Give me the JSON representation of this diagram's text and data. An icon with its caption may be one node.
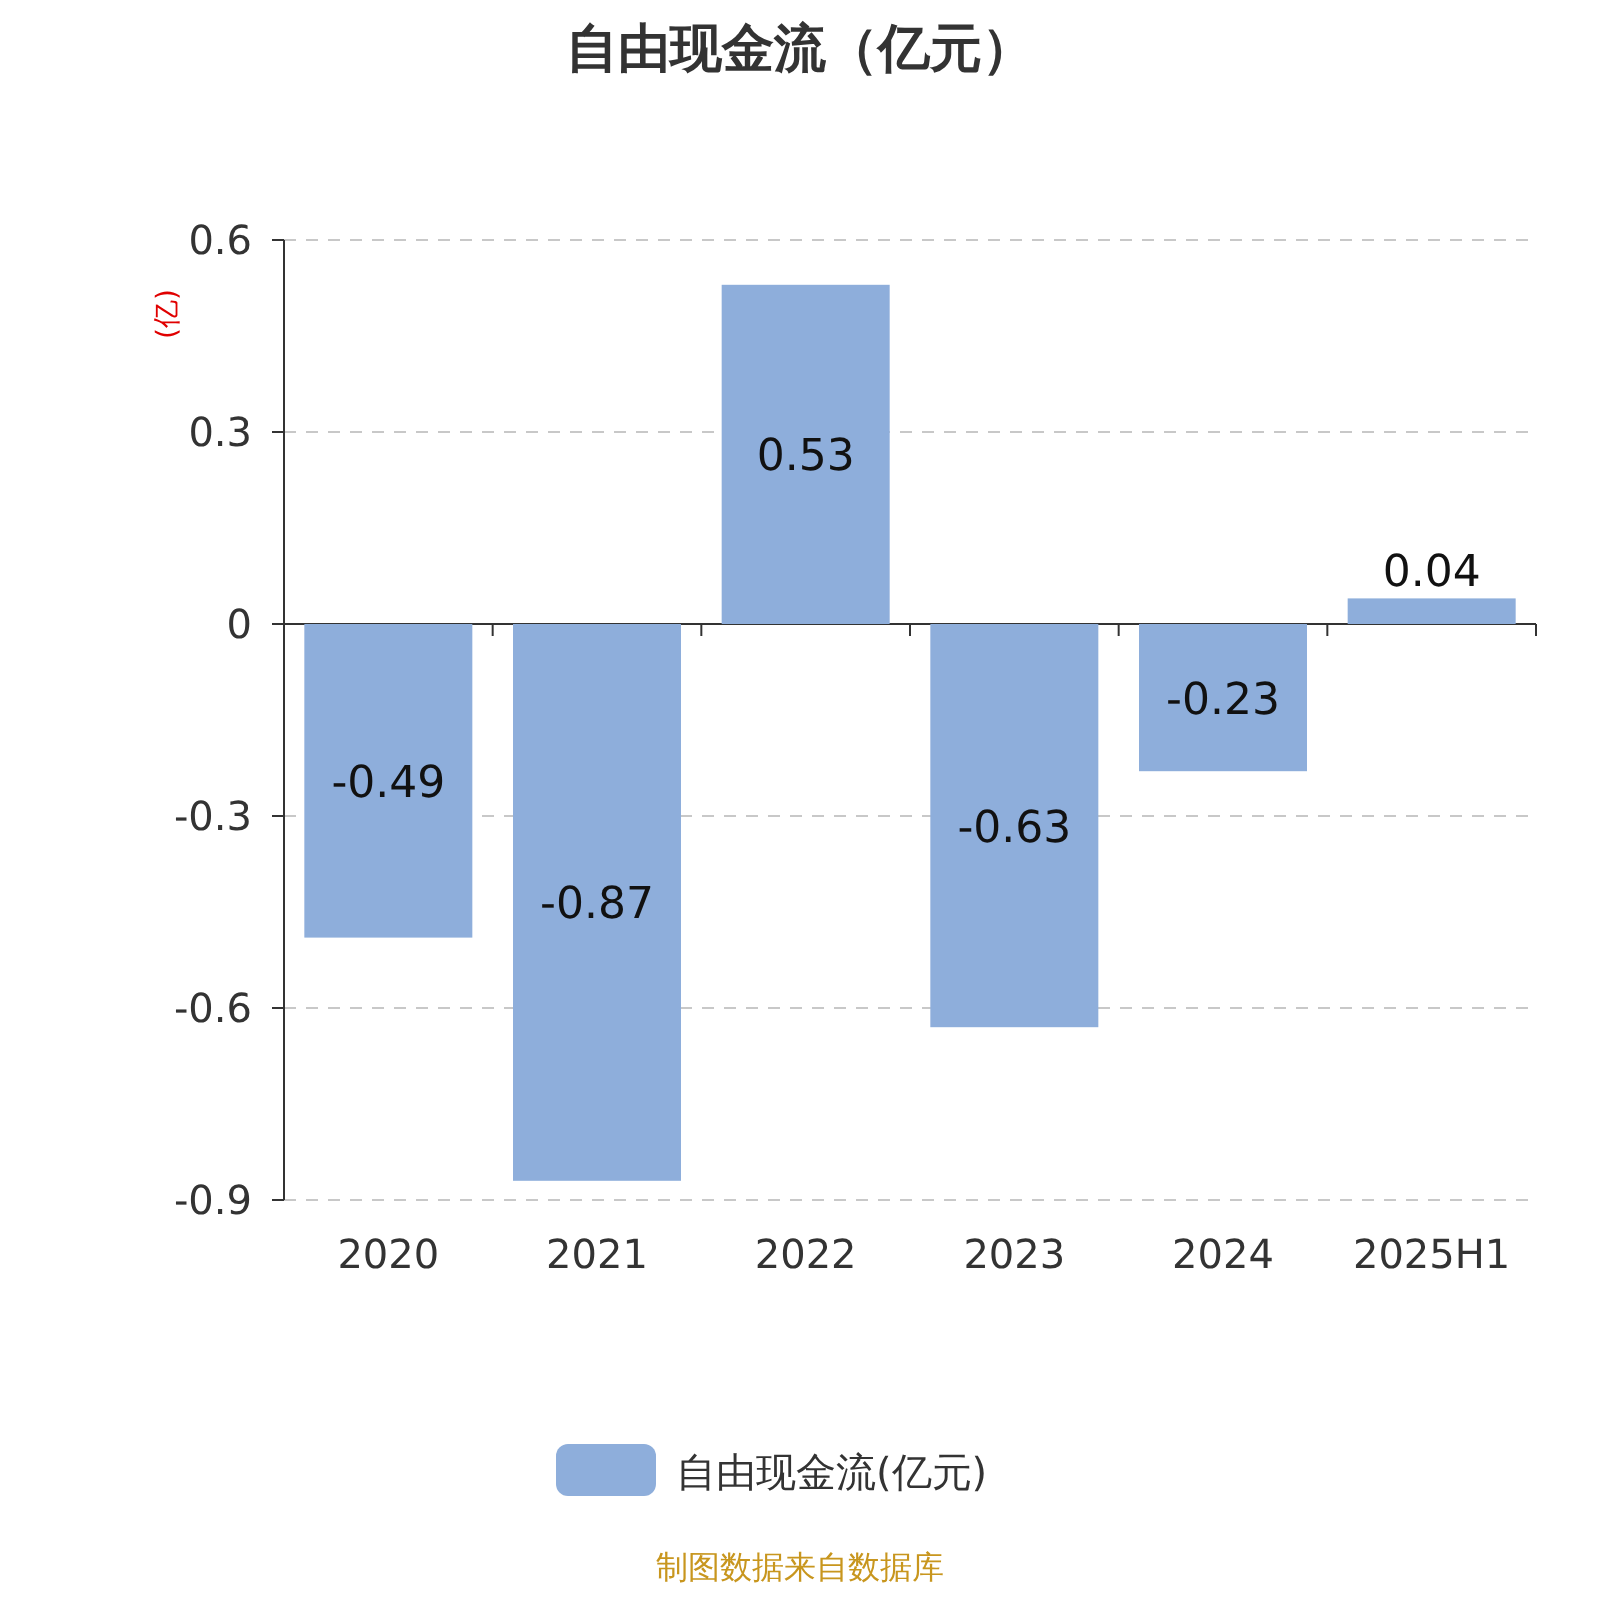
{
  "diagram": {
    "title": "自由现金流（亿元）",
    "caption": "制图数据来自数据库",
    "chart_data": {
      "type": "bar",
      "ylabel": "(亿)",
      "categories": [
        "2020",
        "2021",
        "2022",
        "2023",
        "2024",
        "2025H1"
      ],
      "series": [
        {
          "name": "自由现金流(亿元)",
          "color": "#8eaedb",
          "values": [
            -0.49,
            -0.87,
            0.53,
            -0.63,
            -0.23,
            0.04
          ]
        }
      ],
      "ylim": [
        -0.9,
        0.6
      ],
      "yticks": [
        -0.9,
        -0.6,
        -0.3,
        0,
        0.3,
        0.6
      ],
      "data_labels": true,
      "grid": true
    }
  }
}
